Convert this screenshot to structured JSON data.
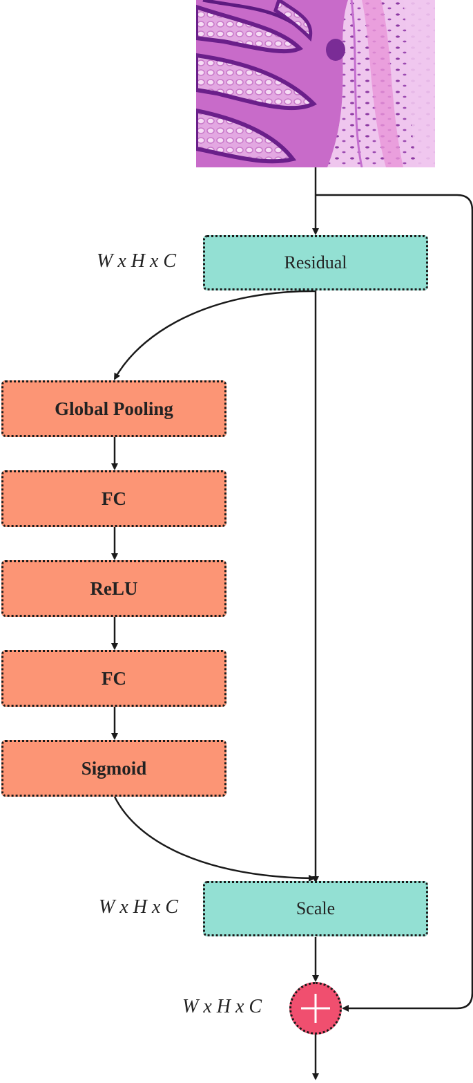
{
  "nodes": {
    "residual": "Residual",
    "global_pooling": "Global Pooling",
    "fc1": "FC",
    "relu": "ReLU",
    "fc2": "FC",
    "sigmoid": "Sigmoid",
    "scale": "Scale"
  },
  "dims": {
    "residual": "W x H x C",
    "scale": "W x H x C",
    "sum": "W x H x C"
  },
  "input_image": "h&e-stained-colon-tissue",
  "colors": {
    "teal_block": "#93e0d3",
    "orange_block": "#fc9575",
    "sum_node": "#f04f6f",
    "tissue_purple": "#8b2a9e",
    "tissue_pink": "#e7b3e6"
  },
  "icons": {
    "sum": "plus-icon"
  }
}
